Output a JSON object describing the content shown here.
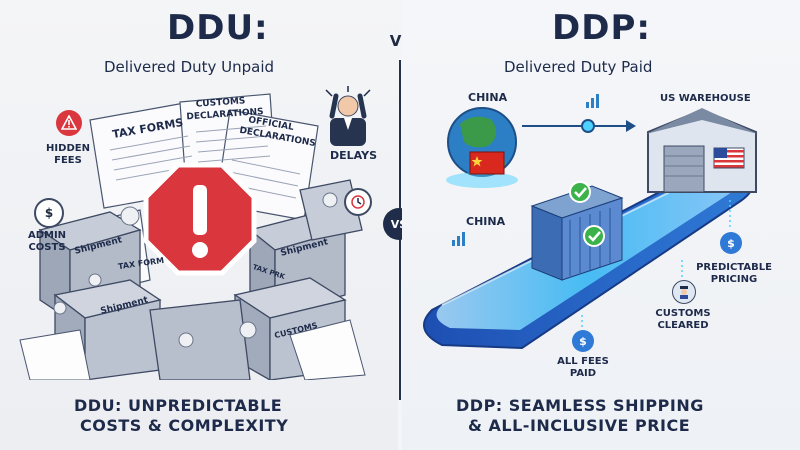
{
  "left": {
    "title": "DDU:",
    "subtitle": "Delivered Duty Unpaid",
    "caption_line1": "DDU: UNPREDICTABLE",
    "caption_line2": "COSTS & COMPLEXITY",
    "labels": {
      "hidden_fees_1": "HIDDEN",
      "hidden_fees_2": "FEES",
      "admin_costs_1": "ADMIN",
      "admin_costs_2": "COSTS",
      "delays": "DELAYS",
      "tax_forms": "TAX FORMS",
      "customs_declarations": "CUSTOMS DECLARATIONS",
      "official_declarations": "OFFICIAL DECLARATIONS",
      "shipment": "Shipment",
      "tax_form": "TAX FORM",
      "customs": "CUSTOMS",
      "tax_prk": "TAX PRK"
    }
  },
  "vs_top": "VS",
  "vs_middle": "VS",
  "right": {
    "title": "DDP:",
    "subtitle": "Delivered Duty Paid",
    "caption_line1": "DDP: SEAMLESS SHIPPING",
    "caption_line2": "& ALL-INCLUSIVE PRICE",
    "labels": {
      "china_top": "CHINA",
      "china_bottom": "CHINA",
      "us_warehouse": "US WAREHOUSE",
      "predictable_1": "PREDICTABLE",
      "predictable_2": "PRICING",
      "customs_1": "CUSTOMS",
      "customs_2": "CLEARED",
      "fees_1": "ALL FEES",
      "fees_2": "PAID"
    }
  },
  "colors": {
    "navy": "#1d2a4a",
    "stop_red": "#d9363e",
    "belt_blue": "#2f6fd6",
    "glow_cyan": "#4fd2ff",
    "check_green": "#3cb24a",
    "globe_green": "#3b9a4a",
    "globe_blue": "#2c7fc4"
  },
  "icons": [
    "warning-icon",
    "coin-icon",
    "clock-icon",
    "stress-person-icon",
    "globe-icon",
    "china-flag-icon",
    "warehouse-icon",
    "container-icon",
    "check-icon",
    "dollar-icon",
    "officer-icon",
    "signal-icon"
  ]
}
